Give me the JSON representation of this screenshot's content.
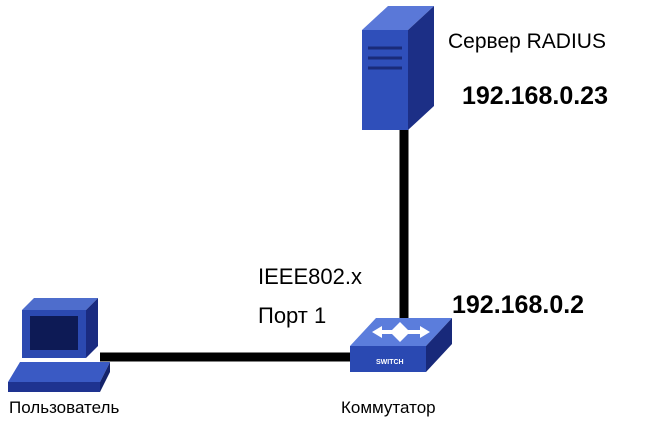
{
  "server": {
    "label": "Сервер RADIUS",
    "ip": "192.168.0.23",
    "icon": "server-tower-icon"
  },
  "switch": {
    "label": "Коммутатор",
    "ip": "192.168.0.2",
    "icon_text": "SWITCH",
    "icon": "network-switch-icon"
  },
  "port": {
    "protocol": "IEEE802.x",
    "name": "Порт 1"
  },
  "user": {
    "label": "Пользователь",
    "icon": "computer-icon"
  },
  "colors": {
    "link": "#000000",
    "device_dark": "#1a2f87",
    "device_mid": "#2b4bb8",
    "device_light": "#5577dd"
  }
}
